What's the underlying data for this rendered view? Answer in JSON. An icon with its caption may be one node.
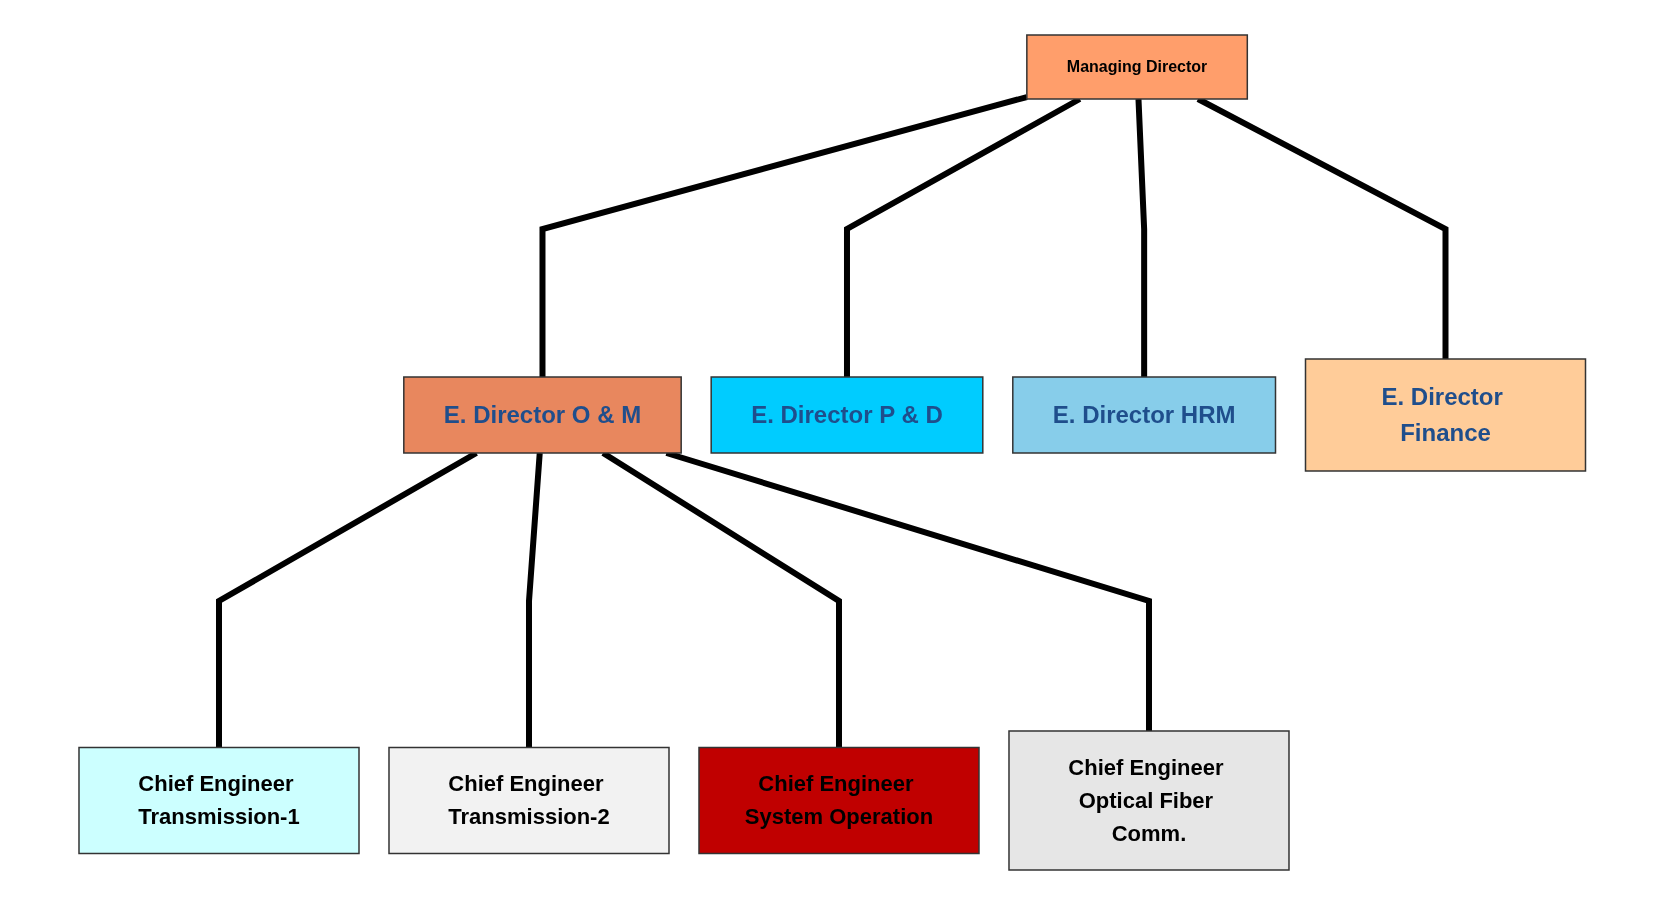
{
  "diagram": {
    "nodes": [
      {
        "text": [
          "Managing Director"
        ]
      },
      {
        "text": [
          "E. Director O & M"
        ]
      },
      {
        "text": [
          "E. Director P & D"
        ]
      },
      {
        "text": [
          "E. Director HRM"
        ]
      },
      {
        "text": [
          "E. Director Finance"
        ]
      },
      {
        "text": [
          "Chief Engineer Transmission-1"
        ]
      },
      {
        "text": [
          "Chief Engineer Transmission-2"
        ]
      },
      {
        "text": [
          "Chief Engineer System Operation"
        ]
      },
      {
        "text": [
          "Chief Engineer Optical Fiber Comm."
        ]
      }
    ],
    "edges": [
      {
        "from": 0,
        "to": 1,
        "arrow": "none"
      },
      {
        "from": 0,
        "to": 2,
        "arrow": "none"
      },
      {
        "from": 0,
        "to": 3,
        "arrow": "none"
      },
      {
        "from": 0,
        "to": 4,
        "arrow": "none"
      },
      {
        "from": 1,
        "to": 5,
        "arrow": "none"
      },
      {
        "from": 1,
        "to": 6,
        "arrow": "none"
      },
      {
        "from": 1,
        "to": 7,
        "arrow": "none"
      },
      {
        "from": 1,
        "to": 8,
        "arrow": "none"
      }
    ]
  }
}
